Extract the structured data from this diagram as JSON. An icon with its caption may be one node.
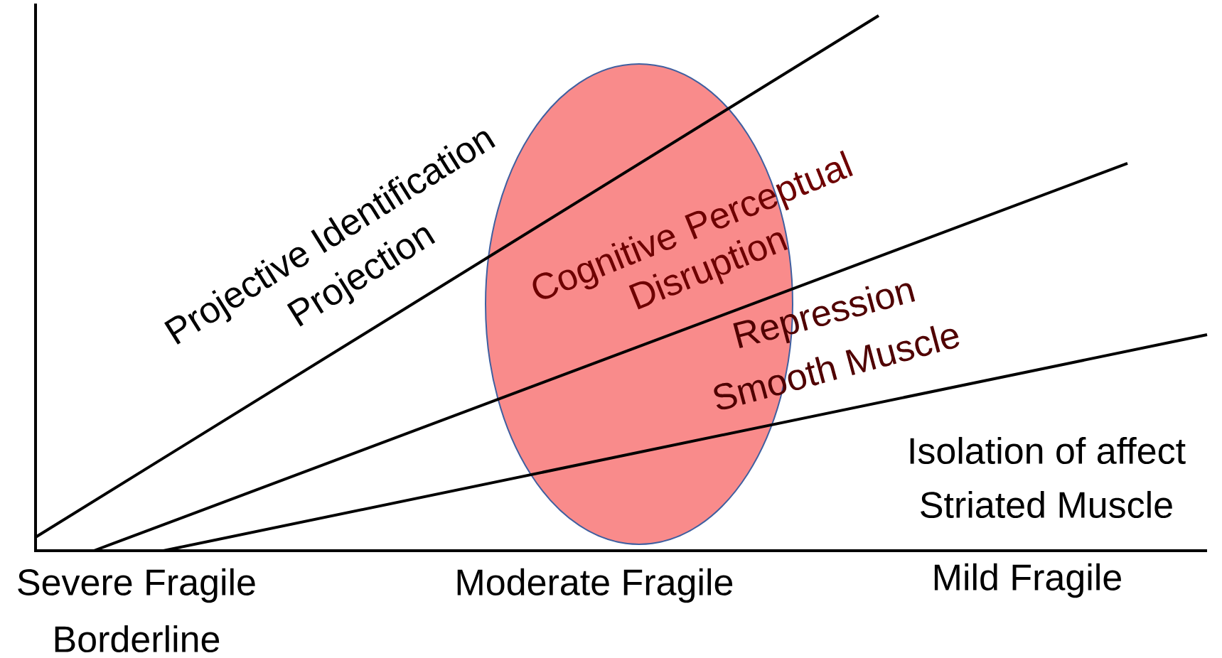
{
  "diagram": {
    "nodes": [
      {
        "text": [
          "Cognitive Perceptual Disruption"
        ]
      }
    ],
    "labels": [
      "Projective Identification",
      "Projection",
      "Repression",
      "Smooth Muscle",
      "Isolation of affect",
      "Striated Muscle",
      "Severe Fragile",
      "Borderline",
      "Moderate Fragile",
      "Mild Fragile"
    ]
  }
}
